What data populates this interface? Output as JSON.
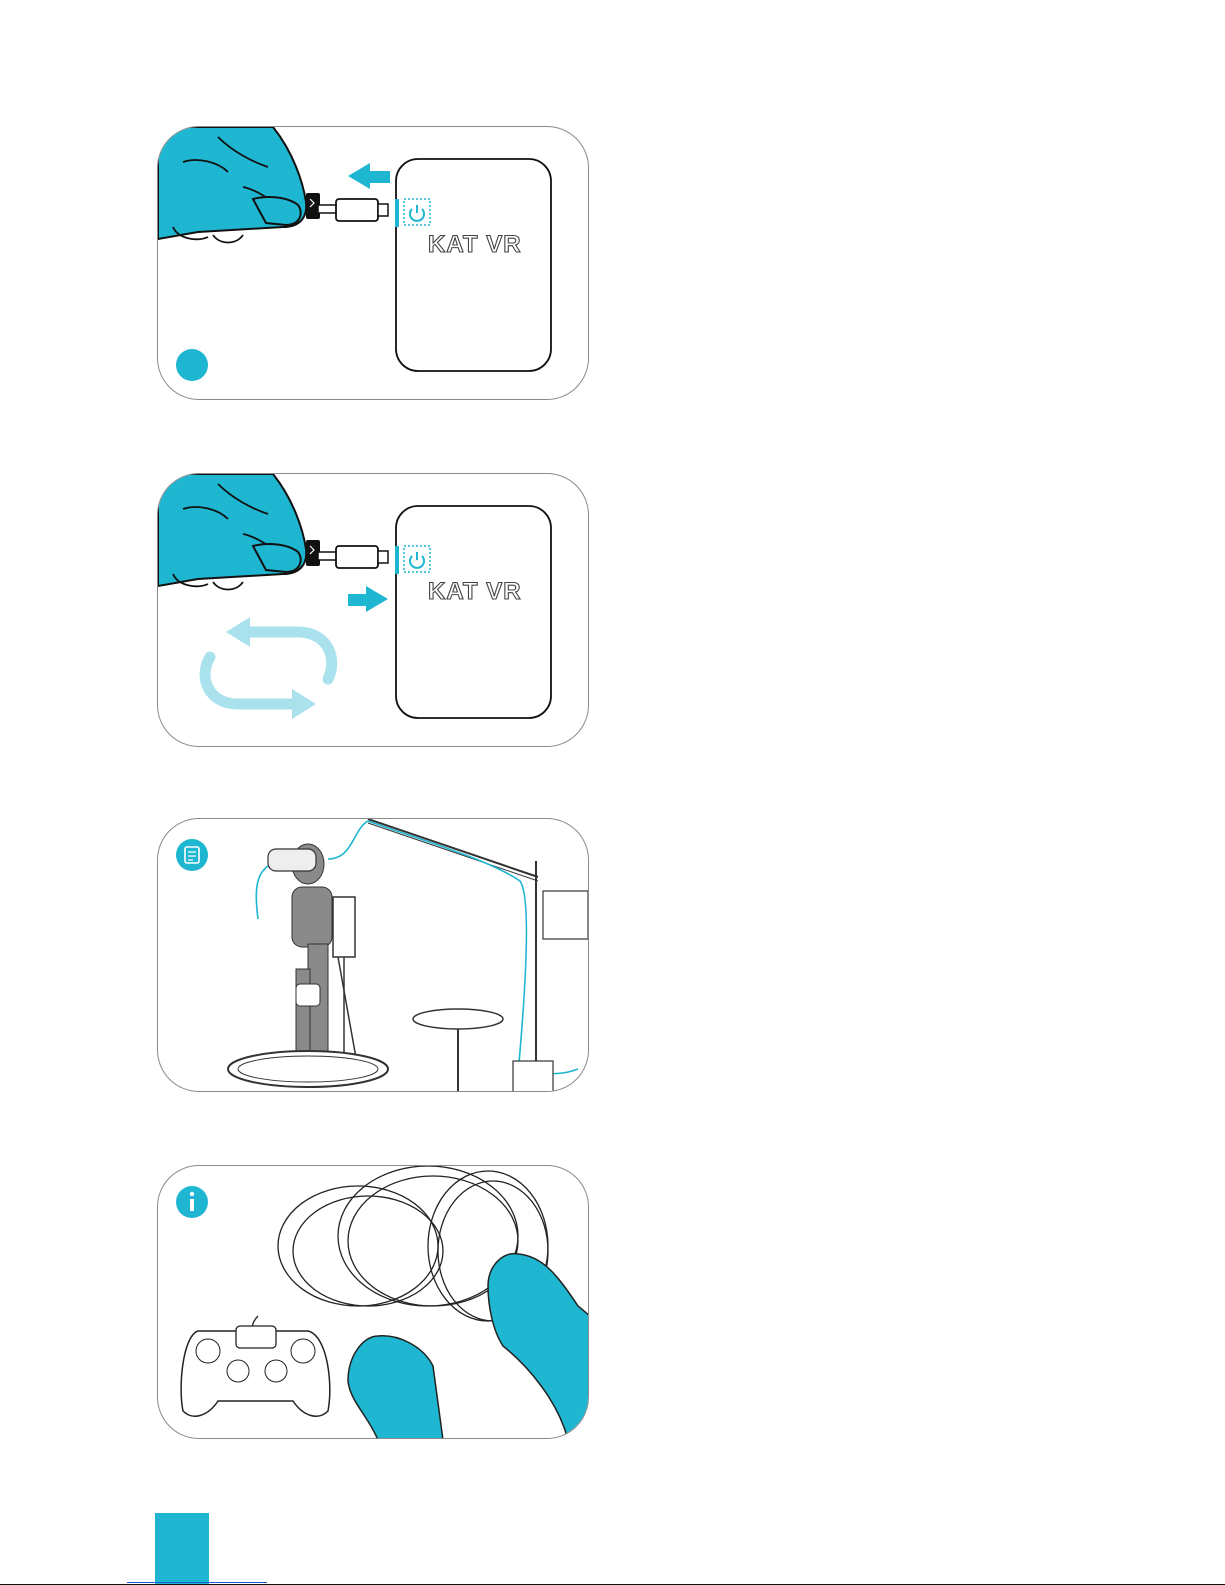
{
  "panels": [
    {
      "brand": "KAT VR",
      "step": "unplug"
    },
    {
      "brand": "KAT VR",
      "step": "replug"
    },
    {
      "step": "setup",
      "icon": "note-icon"
    },
    {
      "step": "cable",
      "icon": "info-icon"
    }
  ],
  "colors": {
    "accent": "#1eb6d0",
    "accent_light": "#a9e1ec",
    "line": "#8a8a8a"
  }
}
